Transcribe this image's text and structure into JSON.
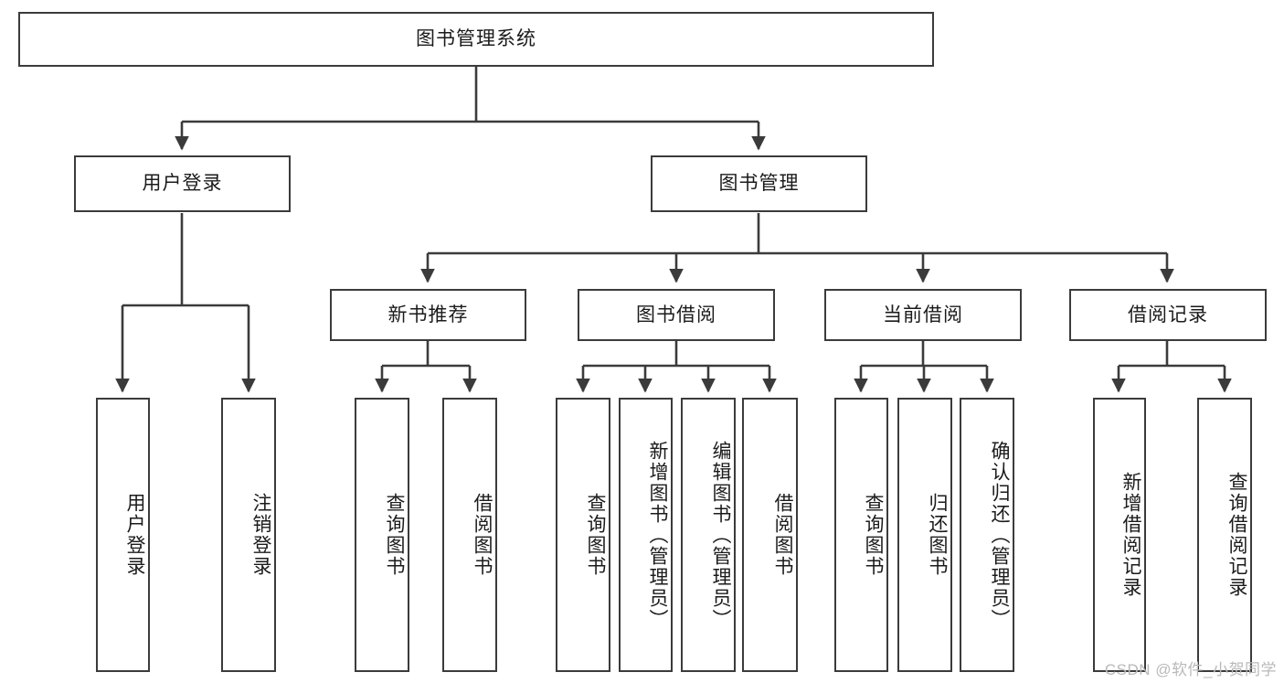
{
  "diagram": {
    "title": "图书管理系统",
    "type": "tree-hierarchy-diagram",
    "watermark": "CSDN @软件_小贺同学",
    "colors": {
      "box_border": "#3b3b3b",
      "box_fill": "#ffffff",
      "connector": "#3b3b3b",
      "text": "#1b1b1b",
      "background": "#ffffff",
      "watermark": "#b9b9b9"
    },
    "root": {
      "label": "图书管理系统"
    },
    "level1": [
      {
        "label": "用户登录"
      },
      {
        "label": "图书管理"
      }
    ],
    "level2": [
      {
        "label": "新书推荐"
      },
      {
        "label": "图书借阅"
      },
      {
        "label": "当前借阅"
      },
      {
        "label": "借阅记录"
      }
    ],
    "leaves": {
      "user_login": [
        {
          "label": "用户登录"
        },
        {
          "label": "注销登录"
        }
      ],
      "new_book_recommend": [
        {
          "label": "查询图书"
        },
        {
          "label": "借阅图书"
        }
      ],
      "book_borrow": [
        {
          "label": "查询图书"
        },
        {
          "label": "新增图书（管理员）"
        },
        {
          "label": "编辑图书（管理员）"
        },
        {
          "label": "借阅图书"
        }
      ],
      "current_borrow": [
        {
          "label": "查询图书"
        },
        {
          "label": "归还图书"
        },
        {
          "label": "确认归还（管理员）"
        }
      ],
      "borrow_record": [
        {
          "label": "新增借阅记录"
        },
        {
          "label": "查询借阅记录"
        }
      ]
    }
  }
}
